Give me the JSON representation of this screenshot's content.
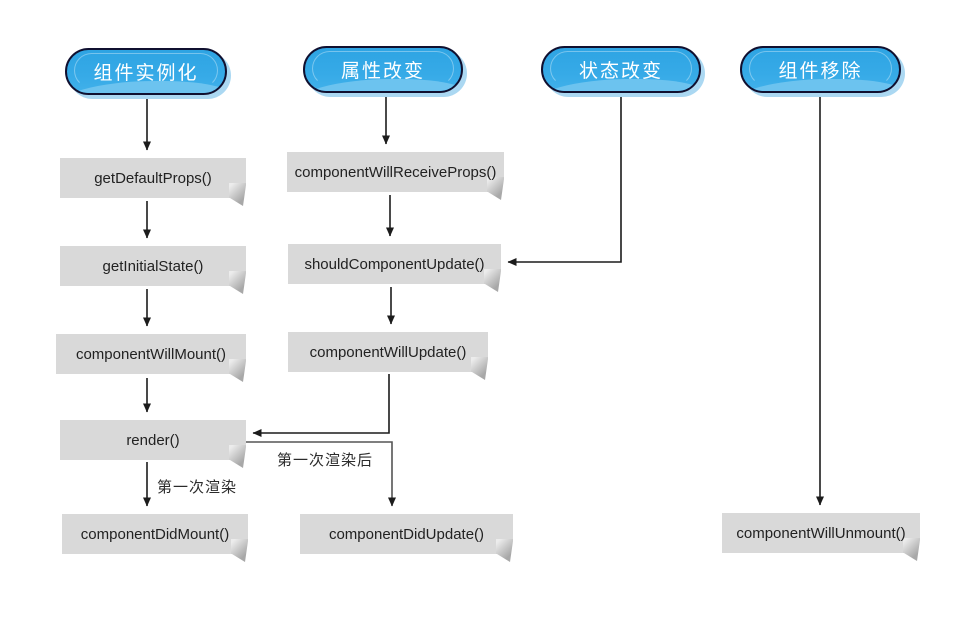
{
  "pills": [
    {
      "id": "component-instantiation",
      "label": "组件实例化"
    },
    {
      "id": "props-change",
      "label": "属性改变"
    },
    {
      "id": "state-change",
      "label": "状态改变"
    },
    {
      "id": "component-removal",
      "label": "组件移除"
    }
  ],
  "nodes": {
    "get_default_props": "getDefaultProps()",
    "get_initial_state": "getInitialState()",
    "component_will_mount": "componentWillMount()",
    "render": "render()",
    "component_did_mount": "componentDidMount()",
    "component_will_receive_props": "componentWillReceiveProps()",
    "should_component_update": "shouldComponentUpdate()",
    "component_will_update": "componentWillUpdate()",
    "component_did_update": "componentDidUpdate()",
    "component_will_unmount": "componentWillUnmount()"
  },
  "edge_labels": {
    "first_render": "第一次渲染",
    "after_first_render": "第一次渲染后"
  },
  "colors": {
    "pill_fill": "#36aae7",
    "pill_wave": "#6cc3ef",
    "pill_border": "#101030",
    "pill_shadow": "#abd8f2",
    "box_fill": "#d9d9d9",
    "box_fold": "#a8a8a8",
    "connector": "#1c1c1c",
    "background": "#ffffff"
  }
}
